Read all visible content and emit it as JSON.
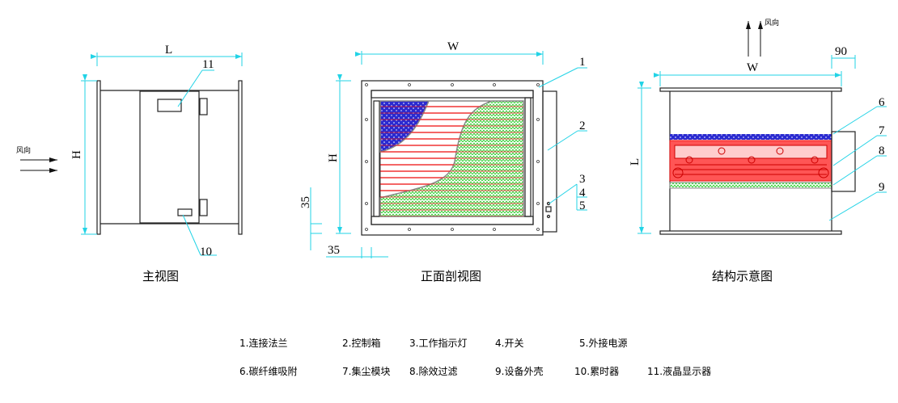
{
  "views": {
    "front": {
      "caption": "主视图",
      "dim_length": "L",
      "dim_height": "H",
      "wind_label": "风向",
      "callouts": [
        "11",
        "10"
      ]
    },
    "section": {
      "caption": "正面剖视图",
      "dim_width": "W",
      "dim_height": "H",
      "dim_flange_v": "35",
      "dim_flange_h": "35",
      "callouts": [
        "1",
        "2",
        "3",
        "4",
        "5"
      ]
    },
    "structure": {
      "caption": "结构示意图",
      "dim_width": "W",
      "dim_length": "L",
      "dim_box": "90",
      "wind_label": "风向",
      "callouts": [
        "6",
        "7",
        "8",
        "9"
      ]
    }
  },
  "legend": [
    [
      "1.连接法兰",
      "2.控制箱",
      "3.工作指示灯",
      "4.开关",
      "5.外接电源"
    ],
    [
      "6.碳纤维吸附",
      "7.集尘模块",
      "8.除效过滤",
      "9.设备外壳",
      "10.累时器",
      "11.液晶显示器"
    ]
  ],
  "colors": {
    "dimension": "#22d3e6",
    "carbon": "#1a1acc",
    "collector": "#ee1111",
    "filter": "#22cc22"
  }
}
